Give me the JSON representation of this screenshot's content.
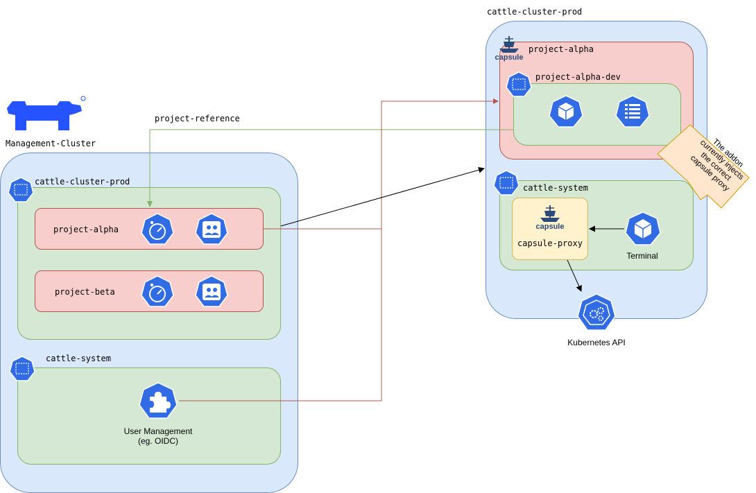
{
  "management": {
    "label": "Management-Cluster"
  },
  "left_cluster": {
    "namespace_label": "cattle-cluster-prod",
    "project_reference_label": "project-reference",
    "projects": [
      {
        "label": "project-alpha"
      },
      {
        "label": "project-beta"
      }
    ],
    "system": {
      "label": "cattle-system",
      "user_mgmt_label_1": "User Management",
      "user_mgmt_label_2": "(eg. OIDC)"
    }
  },
  "right_cluster": {
    "title": "cattle-cluster-prod",
    "capsule_logo_text": "capsule",
    "project_alpha_label": "project-alpha",
    "project_alpha_dev_label": "project-alpha-dev",
    "system_label": "cattle-system",
    "proxy_logo_text": "capsule",
    "proxy_label": "capsule-proxy",
    "terminal_label": "Terminal",
    "k8s_api_label": "Kubernetes API"
  },
  "note": {
    "text": "The addon currently injects the correct capsule proxy"
  },
  "colors": {
    "cluster_fill": "#dae8fc",
    "namespace_fill": "#d5e8d4",
    "project_fill": "#f8cecc",
    "proxy_fill": "#fff2cc",
    "k8s_blue": "#326ce5",
    "rancher_blue": "#2453ff",
    "edge_red": "#b85450",
    "edge_green": "#82b366"
  }
}
